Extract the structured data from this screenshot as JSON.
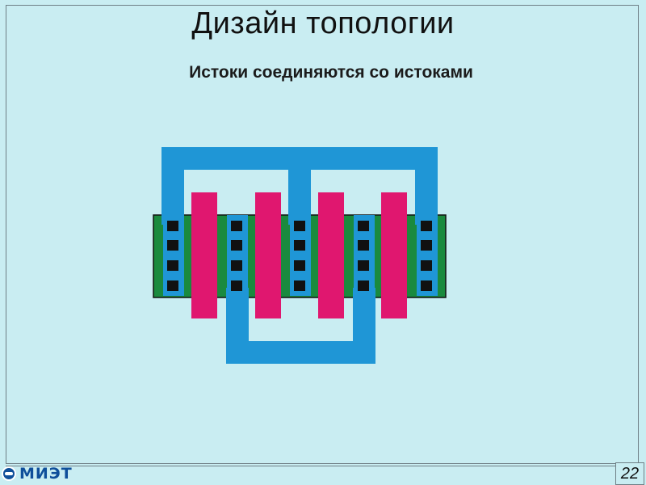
{
  "slide": {
    "title": "Дизайн топологии",
    "subtitle": "Истоки соединяются со истоками",
    "page_number": "22"
  },
  "logo": {
    "text": "МИЭТ"
  },
  "colors": {
    "background": "#c9edf2",
    "diffusion": "#1a8a3e",
    "metal": "#1f96d6",
    "gate": "#e0176f",
    "contact": "#111111"
  }
}
